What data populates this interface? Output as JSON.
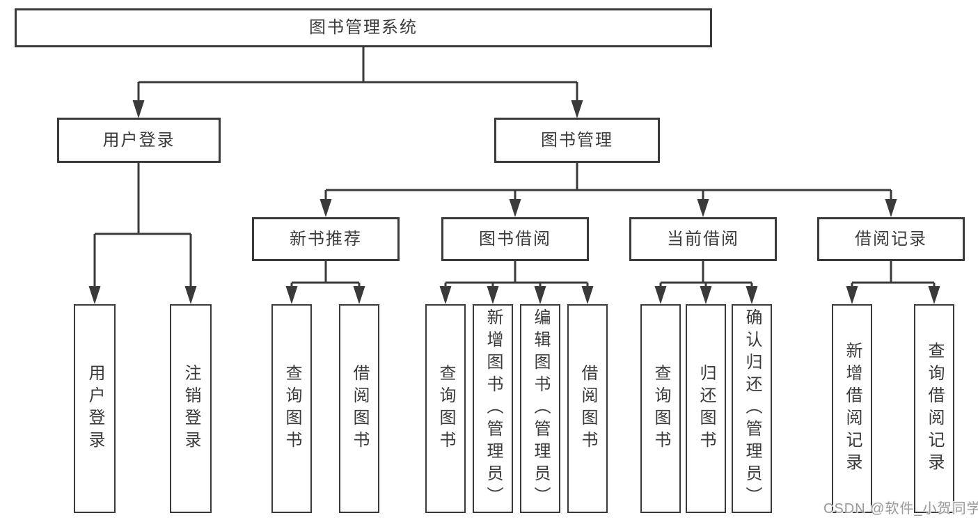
{
  "colors": {
    "line": "#3a3a3a",
    "text": "#3a3a3a",
    "background": "#ffffff",
    "watermark": "#9b9b9b"
  },
  "diagram": {
    "root": {
      "label": "图书管理系统"
    },
    "branches": {
      "user_login": {
        "label": "用户登录",
        "children": {
          "login": "用户登录",
          "logout": "注销登录"
        }
      },
      "book_mgmt": {
        "label": "图书管理",
        "sections": {
          "new_book": {
            "label": "新书推荐",
            "children": {
              "query": "查询图书",
              "borrow": "借阅图书"
            }
          },
          "borrow": {
            "label": "图书借阅",
            "children": {
              "query": "查询图书",
              "add": "新增图书（管理员）",
              "edit": "编辑图书（管理员）",
              "borrow": "借阅图书"
            }
          },
          "current": {
            "label": "当前借阅",
            "children": {
              "query": "查询图书",
              "return": "归还图书",
              "confirm": "确认归还（管理员）"
            }
          },
          "records": {
            "label": "借阅记录",
            "children": {
              "add": "新增借阅记录",
              "query": "查询借阅记录"
            }
          }
        }
      }
    }
  },
  "watermark": {
    "text": "CSDN @软件_小贺同学"
  }
}
